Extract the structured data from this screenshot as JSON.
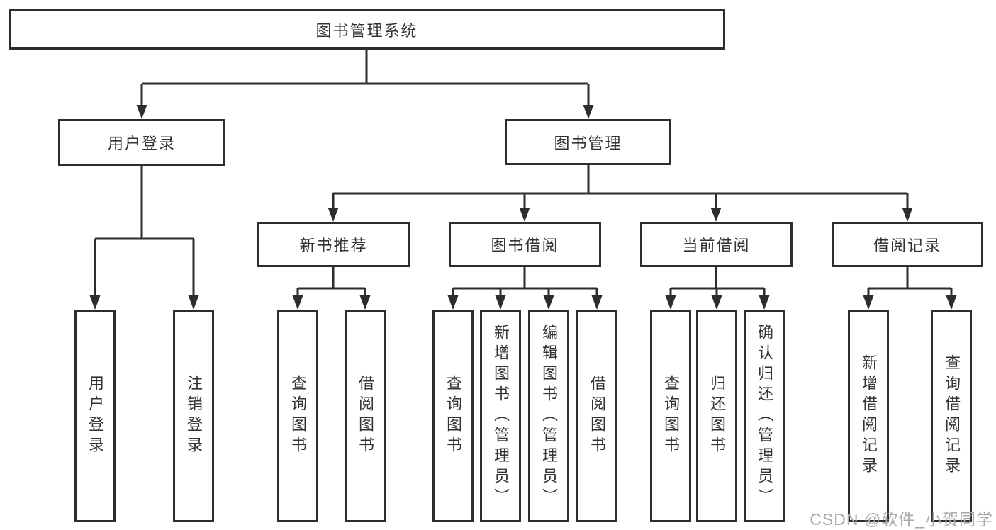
{
  "diagram": {
    "type": "tree",
    "root": {
      "label": "图书管理系统"
    },
    "branches": [
      {
        "label": "用户登录"
      },
      {
        "label": "图书管理"
      }
    ],
    "groups": [
      {
        "label": "新书推荐"
      },
      {
        "label": "图书借阅"
      },
      {
        "label": "当前借阅"
      },
      {
        "label": "借阅记录"
      }
    ],
    "leaves": [
      {
        "label": "用户登录",
        "parent": "用户登录"
      },
      {
        "label": "注销登录",
        "parent": "用户登录"
      },
      {
        "label": "查询图书",
        "parent": "新书推荐"
      },
      {
        "label": "借阅图书",
        "parent": "新书推荐"
      },
      {
        "label": "查询图书",
        "parent": "图书借阅"
      },
      {
        "label": "新增图书（管理员）",
        "parent": "图书借阅"
      },
      {
        "label": "编辑图书（管理员）",
        "parent": "图书借阅"
      },
      {
        "label": "借阅图书",
        "parent": "图书借阅"
      },
      {
        "label": "查询图书",
        "parent": "当前借阅"
      },
      {
        "label": "归还图书",
        "parent": "当前借阅"
      },
      {
        "label": "确认归还（管理员）",
        "parent": "当前借阅"
      },
      {
        "label": "新增借阅记录",
        "parent": "借阅记录"
      },
      {
        "label": "查询借阅记录",
        "parent": "借阅记录"
      }
    ]
  },
  "watermark": {
    "text": "CSDN @软件_小贺同学"
  },
  "colors": {
    "line": "#2d2d2d",
    "border": "#2d2d2d",
    "text": "#333333",
    "watermark": "#a8a8a8",
    "background": "#ffffff"
  }
}
